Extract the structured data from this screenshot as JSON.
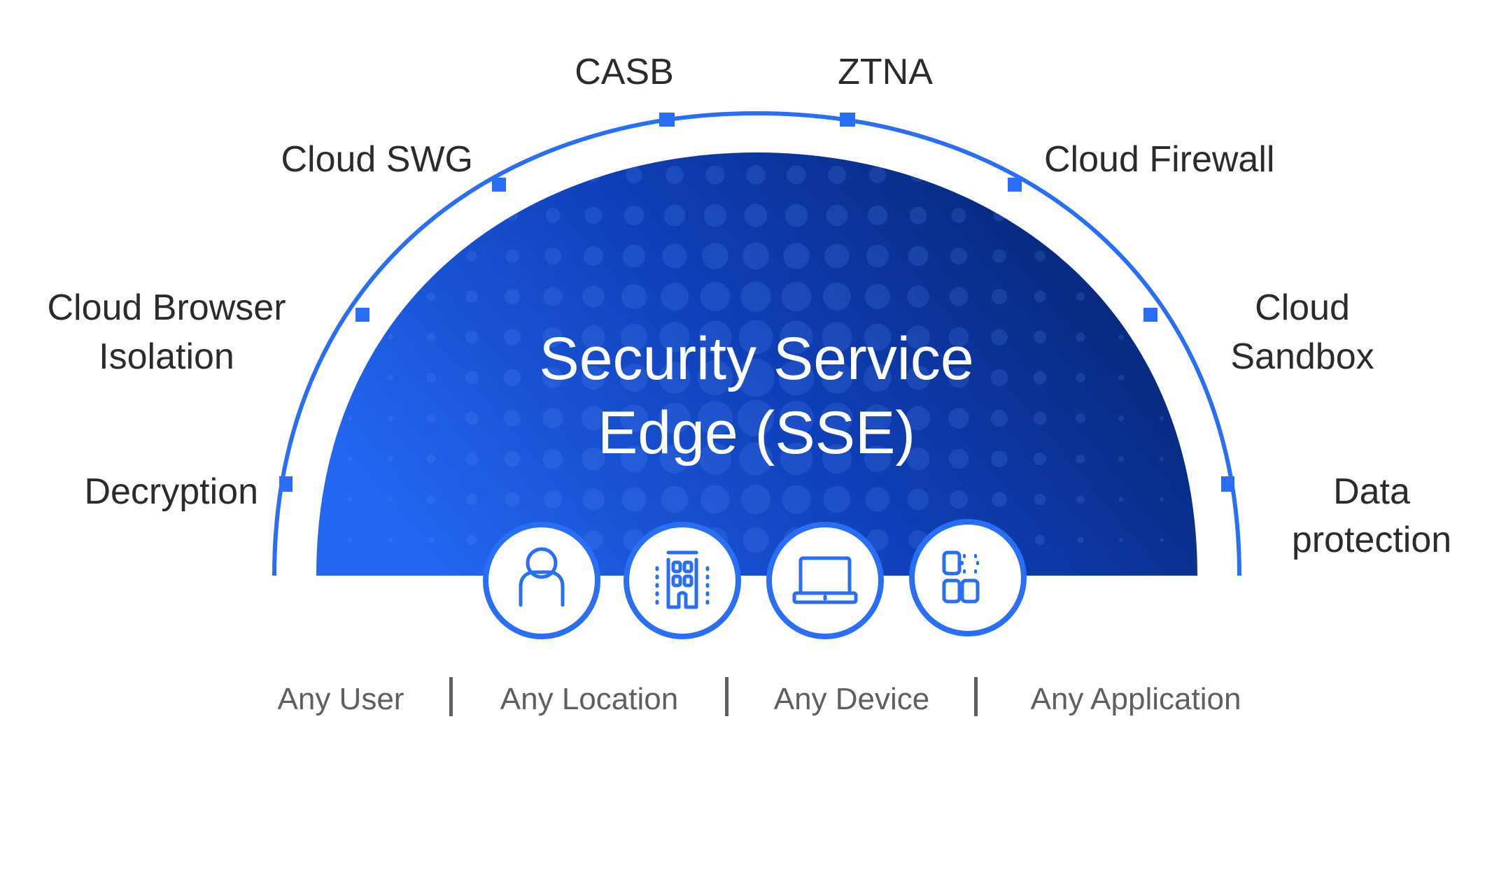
{
  "title": {
    "line1": "Security Service",
    "line2": "Edge (SSE)"
  },
  "capabilities": {
    "casb": "CASB",
    "ztna": "ZTNA",
    "cloud_swg": "Cloud SWG",
    "cloud_firewall": "Cloud Firewall",
    "cloud_browser_isolation": [
      "Cloud Browser",
      "Isolation"
    ],
    "cloud_sandbox": [
      "Cloud",
      "Sandbox"
    ],
    "decryption": "Decryption",
    "data_protection": [
      "Data",
      "protection"
    ]
  },
  "access": [
    {
      "label": "Any User",
      "icon": "user-icon"
    },
    {
      "label": "Any Location",
      "icon": "building-icon"
    },
    {
      "label": "Any Device",
      "icon": "laptop-icon"
    },
    {
      "label": "Any Application",
      "icon": "apps-icon"
    }
  ],
  "colors": {
    "accent": "#2a6ef5",
    "dome_light": "#2468f2",
    "dome_dark": "#08287a",
    "text": "#2b2b2b",
    "muted": "#5f5f5f"
  }
}
